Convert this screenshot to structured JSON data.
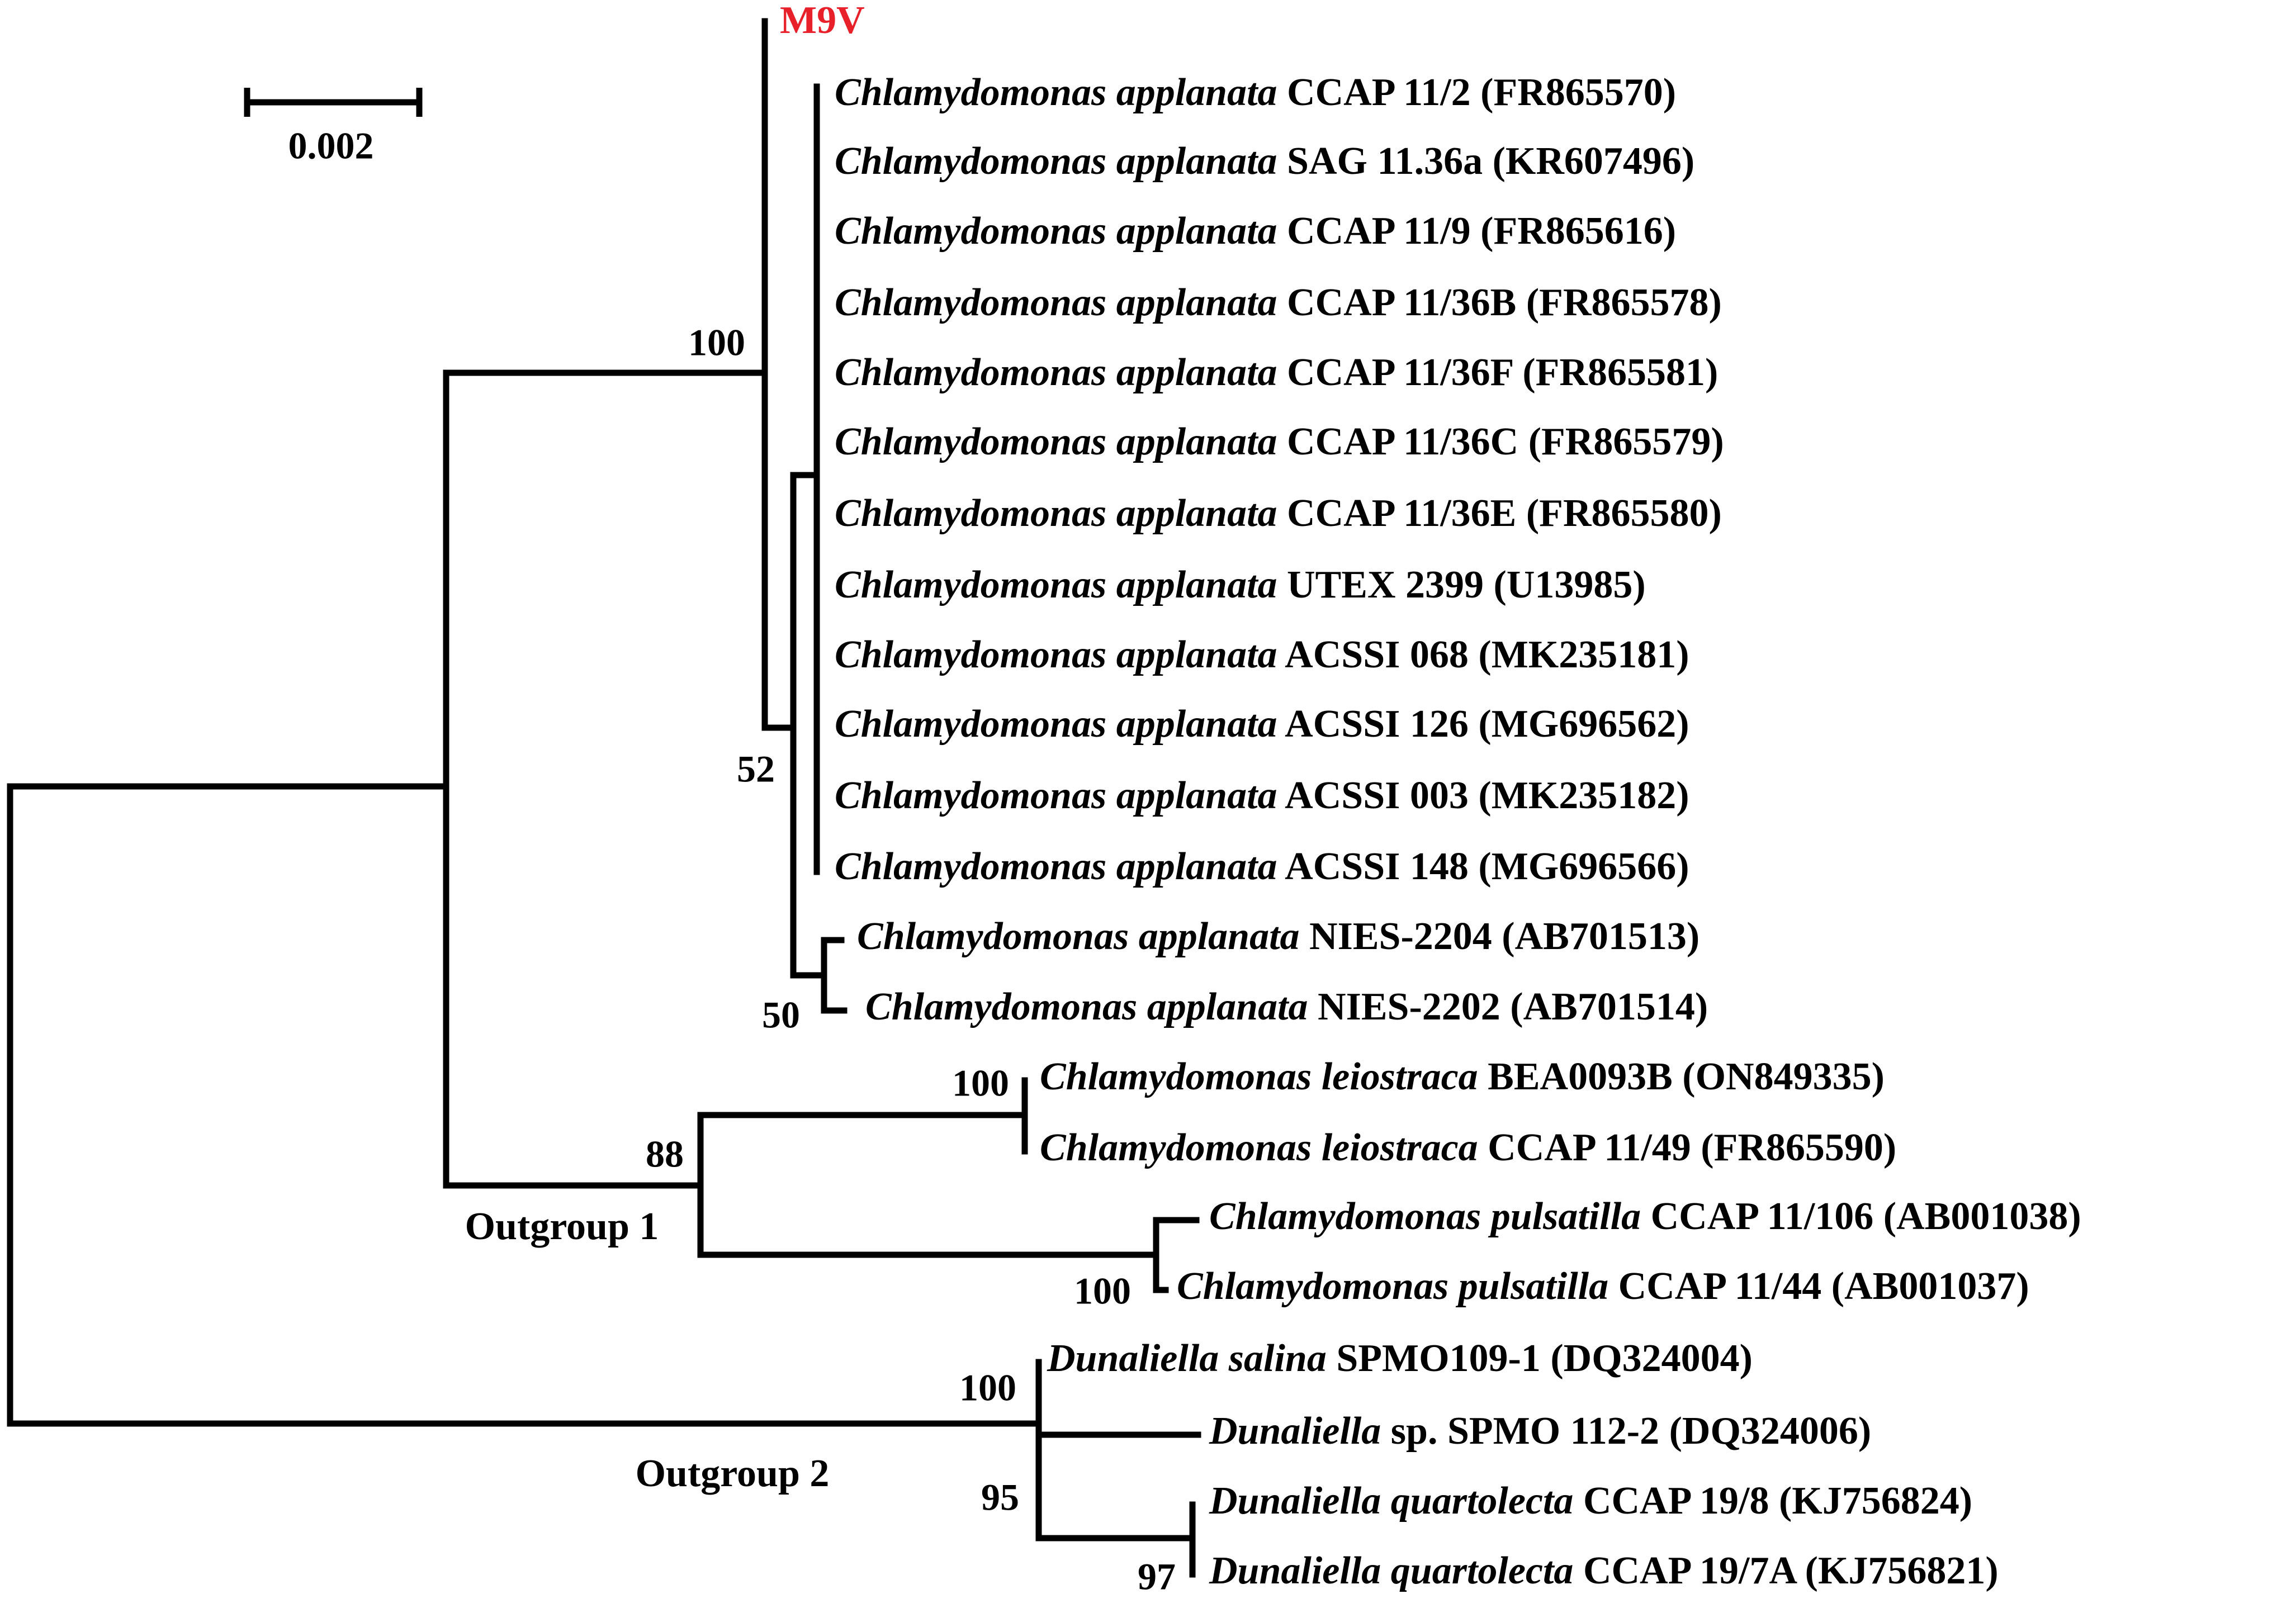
{
  "highlight_color": "#e8202a",
  "scale_bar": {
    "label": "0.002"
  },
  "taxa": [
    {
      "id": "m9v",
      "name": "M9V",
      "italic": false,
      "highlight": true
    },
    {
      "id": "t1",
      "italic_part": "Chlamydomonas applanata",
      "rest": "CCAP 11/2 (FR865570)"
    },
    {
      "id": "t2",
      "italic_part": "Chlamydomonas applanata",
      "rest": "SAG 11.36a (KR607496)"
    },
    {
      "id": "t3",
      "italic_part": "Chlamydomonas applanata",
      "rest": "CCAP 11/9 (FR865616)"
    },
    {
      "id": "t4",
      "italic_part": "Chlamydomonas applanata",
      "rest": "CCAP 11/36B (FR865578)"
    },
    {
      "id": "t5",
      "italic_part": "Chlamydomonas applanata",
      "rest": "CCAP 11/36F (FR865581)"
    },
    {
      "id": "t6",
      "italic_part": "Chlamydomonas applanata",
      "rest": "CCAP 11/36C (FR865579)"
    },
    {
      "id": "t7",
      "italic_part": "Chlamydomonas applanata",
      "rest": "CCAP 11/36E (FR865580)"
    },
    {
      "id": "t8",
      "italic_part": "Chlamydomonas applanata",
      "rest": "UTEX 2399 (U13985)"
    },
    {
      "id": "t9",
      "italic_part": "Chlamydomonas applanata",
      "rest": "ACSSI 068 (MK235181)"
    },
    {
      "id": "t10",
      "italic_part": "Chlamydomonas applanata",
      "rest": "ACSSI 126 (MG696562)"
    },
    {
      "id": "t11",
      "italic_part": "Chlamydomonas applanata",
      "rest": "ACSSI 003 (MK235182)"
    },
    {
      "id": "t12",
      "italic_part": "Chlamydomonas applanata",
      "rest": "ACSSI 148 (MG696566)"
    },
    {
      "id": "t13",
      "italic_part": "Chlamydomonas applanata",
      "rest": "NIES-2204 (AB701513)"
    },
    {
      "id": "t14",
      "italic_part": "Chlamydomonas applanata",
      "rest": "NIES-2202 (AB701514)"
    },
    {
      "id": "t15",
      "italic_part": "Chlamydomonas leiostraca",
      "rest": "BEA0093B (ON849335)"
    },
    {
      "id": "t16",
      "italic_part": "Chlamydomonas leiostraca",
      "rest": "CCAP 11/49 (FR865590)"
    },
    {
      "id": "t17",
      "italic_part": "Chlamydomonas pulsatilla",
      "rest": "CCAP 11/106 (AB001038)"
    },
    {
      "id": "t18",
      "italic_part": "Chlamydomonas pulsatilla",
      "rest": "CCAP 11/44 (AB001037)"
    },
    {
      "id": "t19",
      "italic_part": "Dunaliella salina",
      "rest": "SPMO109-1 (DQ324004)"
    },
    {
      "id": "t20",
      "italic_part": "Dunaliella",
      "rest": "sp. SPMO 112-2 (DQ324006)"
    },
    {
      "id": "t21",
      "italic_part": "Dunaliella quartolecta",
      "rest": "CCAP 19/8 (KJ756824)"
    },
    {
      "id": "t22",
      "italic_part": "Dunaliella quartolecta",
      "rest": "CCAP 19/7A (KJ756821)"
    }
  ],
  "bootstrap": [
    {
      "id": "bs-applanata-clade",
      "value": "100"
    },
    {
      "id": "bs-inner-applanata",
      "value": "52"
    },
    {
      "id": "bs-nies",
      "value": "50"
    },
    {
      "id": "bs-outgroup1",
      "value": "88"
    },
    {
      "id": "bs-leiostraca",
      "value": "100"
    },
    {
      "id": "bs-pulsatilla",
      "value": "100"
    },
    {
      "id": "bs-dunaliella",
      "value": "100"
    },
    {
      "id": "bs-dunaliella-inner",
      "value": "95"
    },
    {
      "id": "bs-quartolecta",
      "value": "97"
    }
  ],
  "groups": [
    {
      "id": "outgroup1",
      "label": "Outgroup 1"
    },
    {
      "id": "outgroup2",
      "label": "Outgroup 2"
    }
  ]
}
